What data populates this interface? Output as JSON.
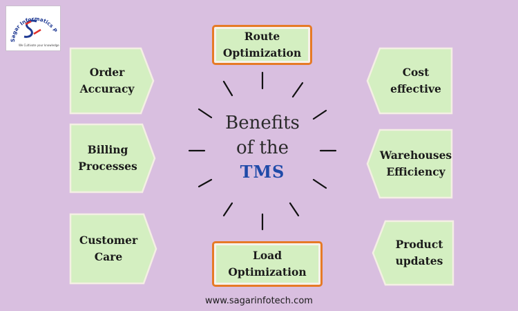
{
  "logo": {
    "arc_text": "Sagar Informatics Pvt. Ltd.",
    "tagline": "We Cultivate your knowledge"
  },
  "center": {
    "line1": "Benefits",
    "line2": "of the",
    "line3": "TMS"
  },
  "top_box": "Route\nOptimization",
  "bottom_box": "Load\nOptimization",
  "left_items": [
    "Order\nAccuracy",
    "Billing\nProcesses",
    "Customer\nCare"
  ],
  "right_items": [
    "Cost\neffective",
    "Warehouses\nEfficiency",
    "Product\nupdates"
  ],
  "footer": "www.sagarinfotech.com",
  "colors": {
    "background": "#d9bfe0",
    "box_fill": "#d4efc1",
    "highlight_border": "#e67a26",
    "tms_text": "#1f4aa8"
  }
}
